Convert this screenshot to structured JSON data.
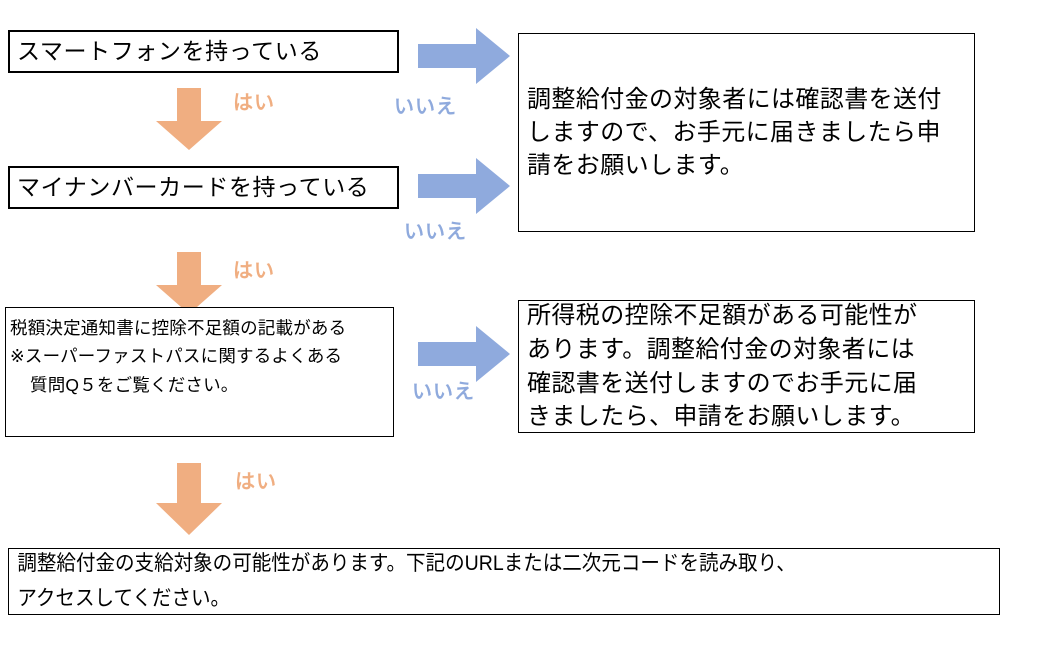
{
  "colors": {
    "yes_arrow": "#F0AE81",
    "no_arrow": "#8FAADD",
    "box_border": "#000000",
    "text": "#000000",
    "background": "#FFFFFF"
  },
  "labels": {
    "yes": "はい",
    "no": "いいえ"
  },
  "questions": [
    {
      "id": "q1-smartphone",
      "text": "スマートフォンを持っている"
    },
    {
      "id": "q2-mynumber-card",
      "text": "マイナンバーカードを持っている"
    },
    {
      "id": "q3-tax-notice",
      "line1": "税額決定通知書に控除不足額の記載がある",
      "line2": "※スーパーファストパスに関するよくある",
      "line3": "質問Q５をご覧ください。"
    }
  ],
  "results": {
    "no_branch_1": {
      "line1": "調整給付金の対象者には確認書を送付",
      "line2": "しますので、お手元に届きましたら申",
      "line3": "請をお願いします。"
    },
    "no_branch_3": {
      "line1": "所得税の控除不足額がある可能性が",
      "line2": "あります。調整給付金の対象者には",
      "line3": "確認書を送付しますのでお手元に届",
      "line4": "きましたら、申請をお願いします。"
    },
    "final": {
      "line1": "調整給付金の支給対象の可能性があります。下記のURLまたは二次元コードを読み取り、",
      "line2": "アクセスしてください。"
    }
  },
  "arrows": {
    "yes_1": "down-arrow",
    "yes_2": "down-arrow",
    "yes_3": "down-arrow",
    "no_1": "right-arrow",
    "no_2": "right-arrow",
    "no_3": "right-arrow"
  }
}
